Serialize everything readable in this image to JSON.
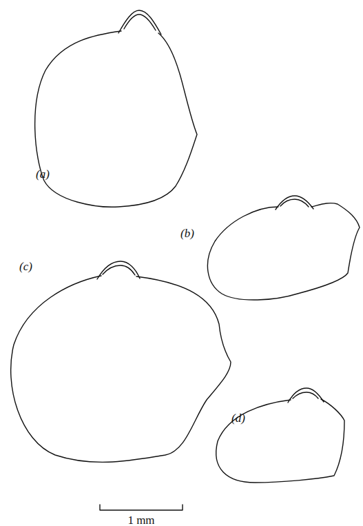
{
  "diagram": {
    "labels": [
      "(a)",
      "(b)",
      "(c)",
      "(d)",
      "1 mm"
    ]
  }
}
